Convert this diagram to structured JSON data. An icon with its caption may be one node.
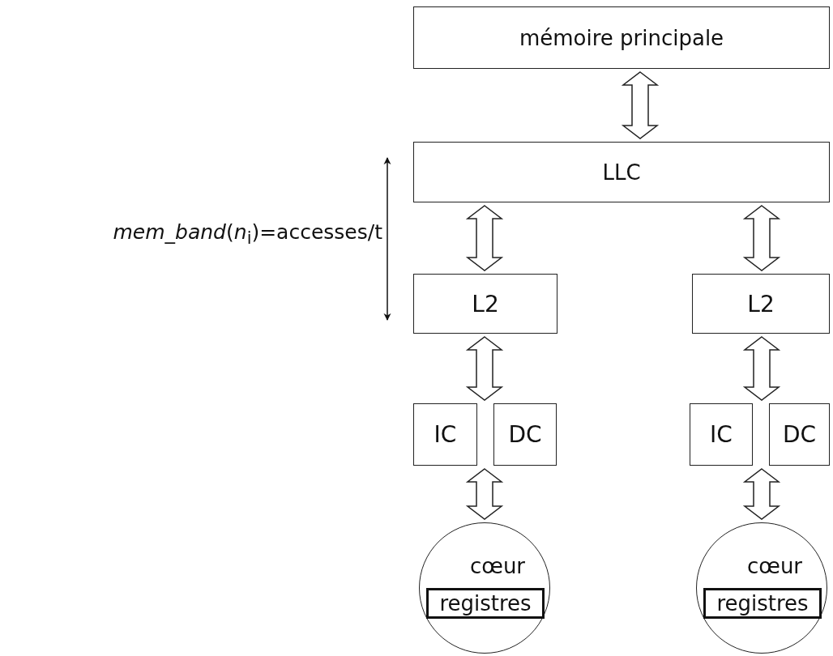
{
  "diagram": {
    "nodes": [
      {
        "text": [
          "mémoire principale"
        ]
      },
      {
        "text": [
          "LLC"
        ]
      },
      {
        "text": [
          "L2"
        ]
      },
      {
        "text": [
          "L2"
        ]
      },
      {
        "text": [
          "IC"
        ]
      },
      {
        "text": [
          "DC"
        ]
      },
      {
        "text": [
          "IC"
        ]
      },
      {
        "text": [
          "DC"
        ]
      },
      {
        "text": [
          "cœur"
        ]
      },
      {
        "text": [
          "registres"
        ],
        "in": 8
      },
      {
        "text": [
          "cœur"
        ]
      },
      {
        "text": [
          "registres"
        ],
        "in": 10
      }
    ],
    "edges": [
      {
        "from": 0,
        "to": 1,
        "arrow": "both"
      },
      {
        "from": 1,
        "to": 2,
        "arrow": "both"
      },
      {
        "from": 1,
        "to": 3,
        "arrow": "both"
      },
      {
        "from": 2,
        "to": 4,
        "arrow": "both"
      },
      {
        "from": 2,
        "to": 5,
        "arrow": "both"
      },
      {
        "from": 3,
        "to": 6,
        "arrow": "both"
      },
      {
        "from": 3,
        "to": 7,
        "arrow": "both"
      },
      {
        "from": 4,
        "to": 8,
        "arrow": "both"
      },
      {
        "from": 5,
        "to": 8,
        "arrow": "both"
      },
      {
        "from": 6,
        "to": 10,
        "arrow": "both"
      },
      {
        "from": 7,
        "to": 10,
        "arrow": "both"
      }
    ],
    "labels": [
      "*mem_band*(*n*$_{i}$)=accesses/t"
    ]
  }
}
